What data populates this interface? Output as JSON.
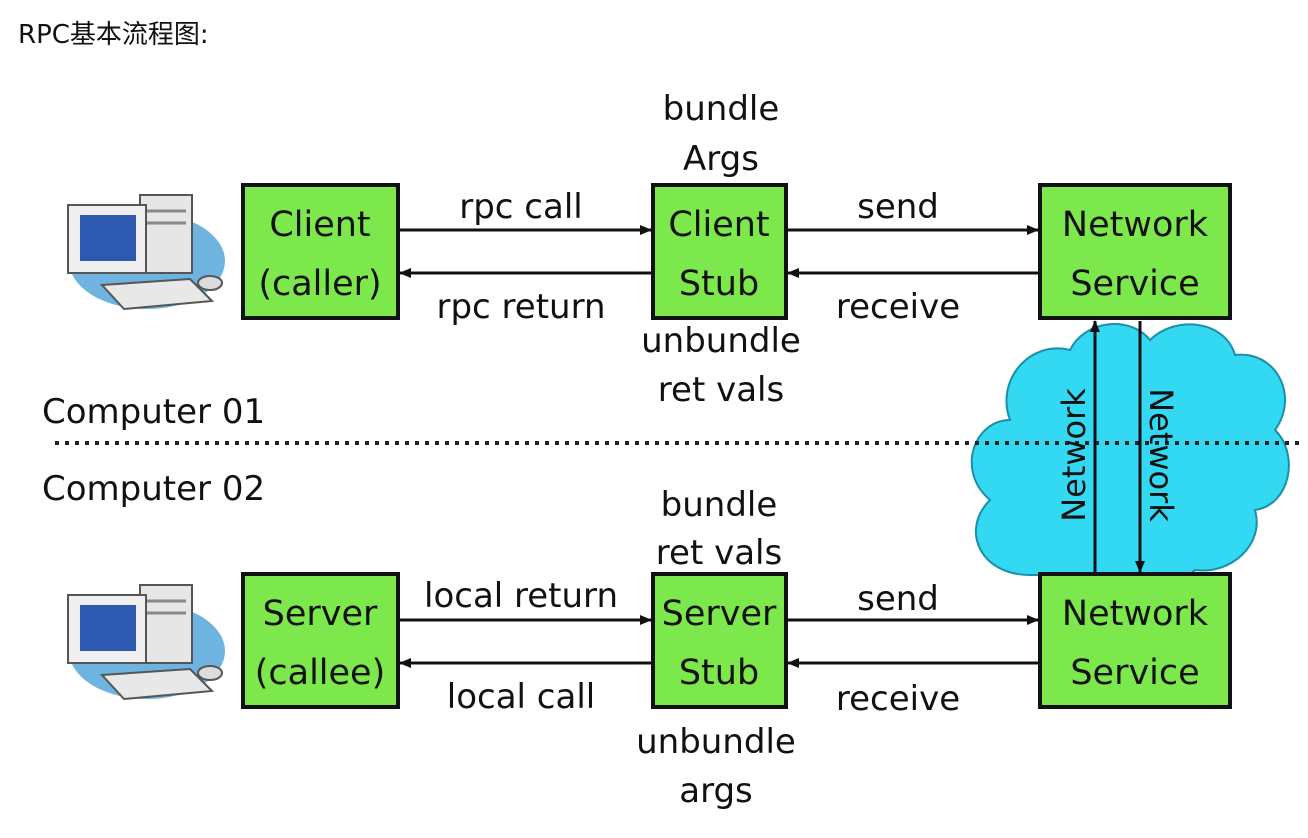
{
  "title": "RPC基本流程图:",
  "computer_labels": {
    "top": "Computer 01",
    "bottom": "Computer 02"
  },
  "boxes": {
    "client": [
      "Client",
      "(caller)"
    ],
    "client_stub": [
      "Client",
      "Stub"
    ],
    "net_top": [
      "Network",
      "Service"
    ],
    "server": [
      "Server",
      "(callee)"
    ],
    "server_stub": [
      "Server",
      "Stub"
    ],
    "net_bottom": [
      "Network",
      "Service"
    ]
  },
  "labels": {
    "top_bundle": [
      "bundle",
      "Args"
    ],
    "top_unbundle": [
      "unbundle",
      "ret vals"
    ],
    "bottom_bundle": [
      "bundle",
      "ret vals"
    ],
    "bottom_unbundle": [
      "unbundle",
      "args"
    ],
    "rpc_call": "rpc call",
    "rpc_return": "rpc return",
    "send_top": "send",
    "receive_top": "receive",
    "local_return": "local return",
    "local_call": "local call",
    "send_bottom": "send",
    "receive_bottom": "receive",
    "network_left": "Network",
    "network_right": "Network"
  },
  "colors": {
    "box_fill": "#7de84b",
    "cloud_fill": "#33d8f2",
    "monitor_blue": "#2d5ab0"
  },
  "icons": [
    "computer-icon",
    "computer-icon"
  ]
}
